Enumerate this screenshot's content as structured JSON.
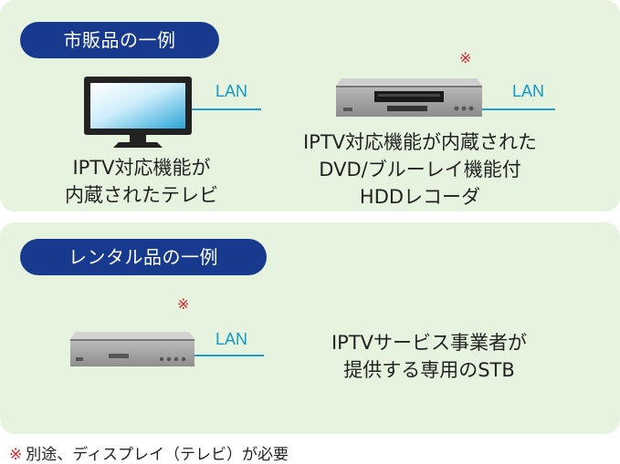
{
  "commercial": {
    "title": "市販品の一例",
    "tv": {
      "lan_label": "LAN",
      "caption_lines": [
        "IPTV対応機能が",
        "内蔵されたテレビ"
      ]
    },
    "recorder": {
      "lan_label": "LAN",
      "mark": "※",
      "caption_lines": [
        "IPTV対応機能が内蔵された",
        "DVD/ブルーレイ機能付",
        "HDDレコーダ"
      ]
    }
  },
  "rental": {
    "title": "レンタル品の一例",
    "stb": {
      "lan_label": "LAN",
      "mark": "※",
      "caption_lines": [
        "IPTVサービス事業者が",
        "提供する専用のSTB"
      ]
    }
  },
  "footnote": {
    "mark": "※",
    "text": "別途、ディスプレイ（テレビ）が必要"
  },
  "colors": {
    "panel": "#e6f3df",
    "pill": "#173a8e",
    "lan": "#1598c7",
    "mark": "#d8242c"
  }
}
